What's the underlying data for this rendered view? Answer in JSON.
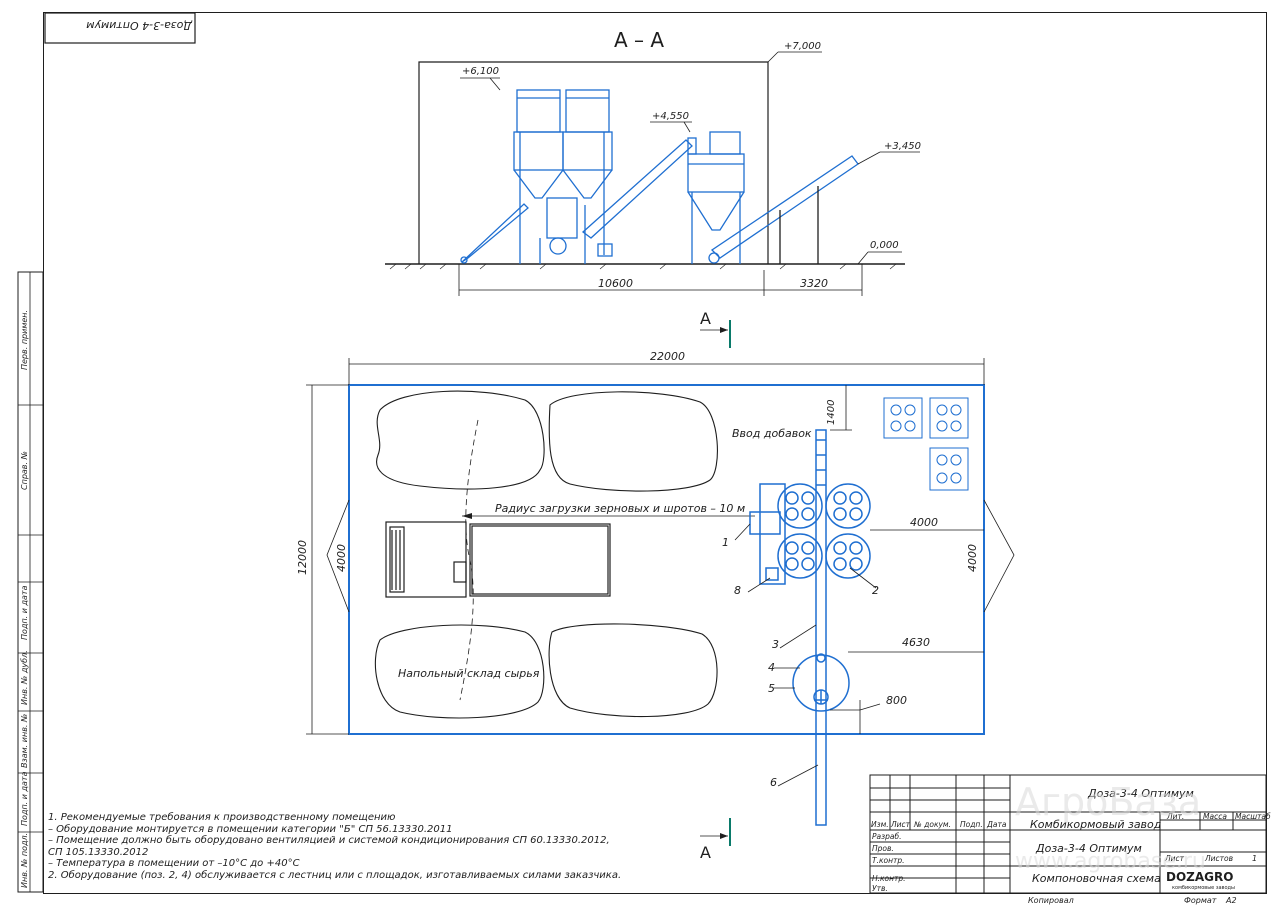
{
  "doc_code_rotated": "Доза-3-4 Оптимум",
  "section_title": "А – А",
  "elevations": {
    "roof": "+7,000",
    "silo_top": "+6,100",
    "auger1_top": "+4,550",
    "auger2_top": "+3,450",
    "floor": "0,000"
  },
  "section_dims": {
    "left": "10600",
    "right": "3320"
  },
  "section_markers": [
    "А",
    "А"
  ],
  "plan": {
    "width_dim": "22000",
    "height_dim": "12000",
    "left_4000": "4000",
    "right_4000": "4000",
    "top_1400": "1400",
    "mid_4000": "4000",
    "dim_4630": "4630",
    "dim_800": "800",
    "additive_label": "Ввод добавок",
    "radius_label": "Радиус загрузки зерновых и шротов – 10 м",
    "storage_label": "Напольный склад сырья",
    "positions": [
      "1",
      "2",
      "3",
      "4",
      "5",
      "6",
      "8"
    ]
  },
  "side_stamp_labels": [
    "Перв. примен.",
    "Справ. №",
    "Подп. и дата",
    "Инв. № дубл.",
    "Взам. инв. №",
    "Подп. и дата",
    "Инв. № подл."
  ],
  "notes": [
    "1. Рекомендуемые требования к производственному помещению",
    "– Оборудование монтируется в помещении категории \"Б\" СП 56.13330.2011",
    "– Помещение должно быть оборудовано вентиляцией и системой кондиционирования СП 60.13330.2012,",
    "  СП 105.13330.2012",
    "– Температура в помещении от –10°С до +40°С",
    "2. Оборудование (поз. 2, 4) обслуживается с лестниц или с площадок, изготавливаемых силами заказчика."
  ],
  "title_block": {
    "designation": "Доза-3-4 Оптимум",
    "name_line1": "Комбикормовый завод",
    "name_line2": "Доза-3-4 Оптимум",
    "doc_type": "Компоновочная схема",
    "col_headers": [
      "Изм.",
      "Лист",
      "№ докум.",
      "Подп.",
      "Дата"
    ],
    "row_labels": [
      "Разраб.",
      "Пров.",
      "Т.контр.",
      "Н.контр.",
      "Утв."
    ],
    "lit_header": "Лит.",
    "mass_header": "Масса",
    "scale_header": "Масштаб",
    "sheet_label": "Лист",
    "sheets_label": "Листов",
    "sheets_value": "1",
    "copied": "Копировал",
    "format": "Формат",
    "format_value": "А2",
    "logo_main": "DOZAGRO",
    "logo_sub": "комбикормовые заводы",
    "watermark": "АгроБаза",
    "watermark_url": "www.agrobase.ru"
  },
  "colors": {
    "equipment": "#1f6fd1",
    "lines": "#1e1e1e",
    "accent": "#0a7a6a"
  }
}
